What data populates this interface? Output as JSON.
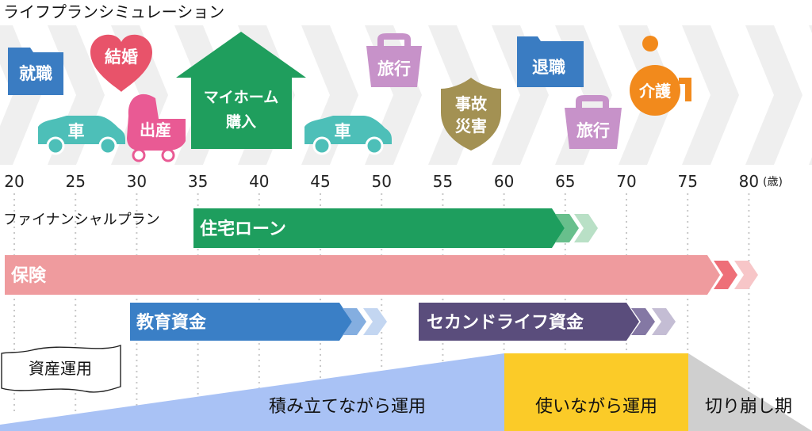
{
  "title": "ライフプランシミュレーション",
  "age_axis": {
    "ticks": [
      "20",
      "25",
      "30",
      "35",
      "40",
      "45",
      "50",
      "55",
      "60",
      "65",
      "70",
      "75",
      "80"
    ],
    "unit": "(歳)"
  },
  "life_events": {
    "employment": "就職",
    "marriage": "結婚",
    "car_1": "車",
    "childbirth": "出産",
    "home_purchase_line1": "マイホーム",
    "home_purchase_line2": "購入",
    "car_2": "車",
    "travel_1": "旅行",
    "accident_line1": "事故",
    "accident_line2": "災害",
    "retirement": "退職",
    "travel_2": "旅行",
    "nursing_care": "介護"
  },
  "financial_plan": {
    "label": "ファイナンシャルプラン",
    "mortgage": "住宅ローン",
    "insurance": "保険",
    "education_fund": "教育資金",
    "second_life_fund": "セカンドライフ資金"
  },
  "asset_management": {
    "label": "資産運用",
    "accumulate": "積み立てながら運用",
    "use_while": "使いながら運用",
    "drawdown": "切り崩し期"
  },
  "colors": {
    "event_blue": "#3a7cc2",
    "event_pink": "#e8536a",
    "event_teal": "#4dbfb8",
    "event_green": "#1f9e5d",
    "event_purple": "#c792c9",
    "event_olive": "#a39153",
    "event_orange": "#f28a1c",
    "mortgage": "#1e9e5e",
    "insurance": "#ef9b9e",
    "education": "#3a7fc6",
    "second_life": "#5a4d7c",
    "accumulate": "#a9c2f5",
    "use_while": "#fbcb28",
    "drawdown": "#cfcfcf"
  }
}
